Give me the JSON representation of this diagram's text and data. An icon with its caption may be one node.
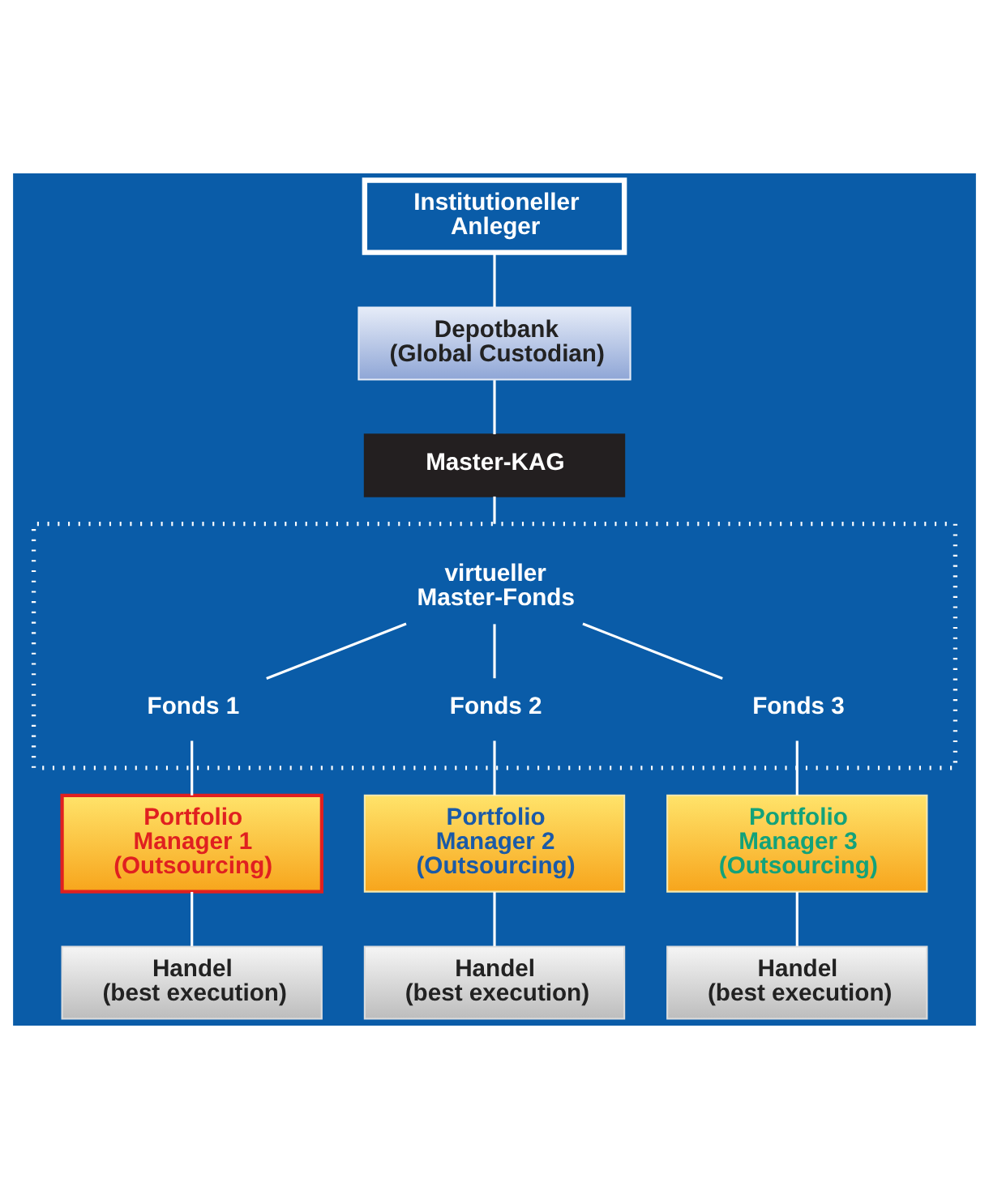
{
  "diagram": {
    "nodes": [
      {
        "text": [
          "Institutioneller Anleger"
        ]
      },
      {
        "text": [
          "Depotbank (Global Custodian)"
        ]
      },
      {
        "text": [
          "Master-KAG"
        ]
      },
      {
        "text": [],
        "shape": "box"
      },
      {
        "text": [
          "virtueller Master-Fonds"
        ],
        "in": 3
      },
      {
        "text": [
          "Fonds 1"
        ],
        "in": 3
      },
      {
        "text": [
          "Fonds 2"
        ],
        "in": 3
      },
      {
        "text": [
          "Fonds 3"
        ],
        "in": 3
      },
      {
        "text": [
          "Portfolio Manager 1 (Outsourcing)"
        ]
      },
      {
        "text": [
          "Portfolio Manager 2 (Outsourcing)"
        ]
      },
      {
        "text": [
          "Portfolio Manager 3 (Outsourcing)"
        ]
      },
      {
        "text": [
          "Handel (best execution)"
        ]
      },
      {
        "text": [
          "Handel (best execution)"
        ]
      },
      {
        "text": [
          "Handel (best execution)"
        ]
      }
    ],
    "edges": [
      {
        "from": 0,
        "to": 1,
        "arrow": "none"
      },
      {
        "from": 1,
        "to": 2,
        "arrow": "none"
      },
      {
        "from": 2,
        "to": 3,
        "arrow": "none"
      },
      {
        "from": 4,
        "to": 5,
        "arrow": "none"
      },
      {
        "from": 4,
        "to": 6,
        "arrow": "none"
      },
      {
        "from": 4,
        "to": 7,
        "arrow": "none"
      },
      {
        "from": 5,
        "to": 8,
        "arrow": "none"
      },
      {
        "from": 6,
        "to": 9,
        "arrow": "none"
      },
      {
        "from": 7,
        "to": 10,
        "arrow": "none"
      },
      {
        "from": 8,
        "to": 11,
        "arrow": "none"
      },
      {
        "from": 9,
        "to": 12,
        "arrow": "none"
      },
      {
        "from": 10,
        "to": 13,
        "arrow": "none"
      }
    ]
  }
}
